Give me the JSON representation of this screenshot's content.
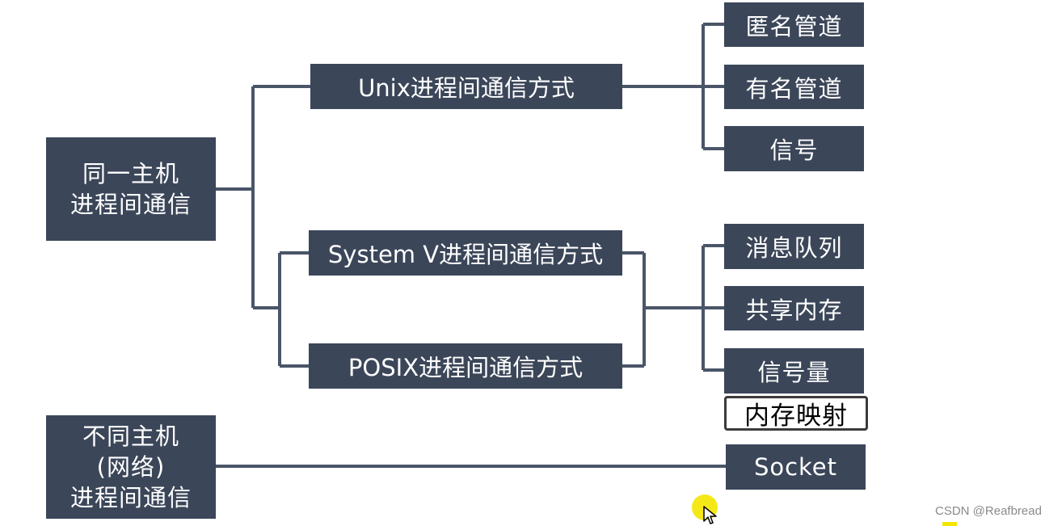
{
  "nodes": {
    "same_host": {
      "line1": "同一主机",
      "line2": "进程间通信"
    },
    "diff_host": {
      "line1": "不同主机",
      "line2": "(网络)",
      "line3": "进程间通信"
    },
    "unix": "Unix进程间通信方式",
    "system_v": "System V进程间通信方式",
    "posix": "POSIX进程间通信方式",
    "anon_pipe": "匿名管道",
    "named_pipe": "有名管道",
    "signal": "信号",
    "msg_queue": "消息队列",
    "shared_mem": "共享内存",
    "semaphore": "信号量",
    "mmap": "内存映射",
    "socket": "Socket"
  },
  "colors": {
    "node_fill": "#3b4659",
    "connector": "#4a5568",
    "highlight": "#f3e600"
  },
  "watermark": "CSDN @Reafbread",
  "cursor_icon": "mouse-pointer-icon"
}
